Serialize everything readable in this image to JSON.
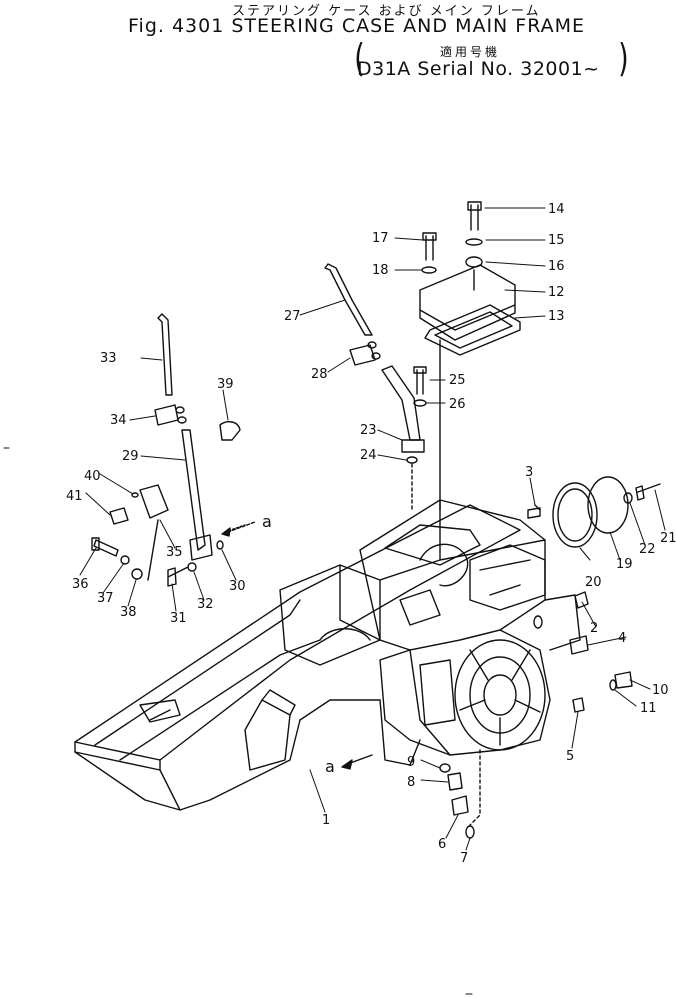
{
  "header": {
    "title_jp": "ステアリング ケース および メイン フレーム",
    "title_en": "Fig. 4301 STEERING CASE AND MAIN FRAME",
    "applicable_jp": "適用号機",
    "serial": "D31A   Serial No. 32001~",
    "paren_open": "(",
    "paren_close": ")"
  },
  "callouts": [
    {
      "label": "1",
      "part": "main frame"
    },
    {
      "label": "2"
    },
    {
      "label": "3"
    },
    {
      "label": "4"
    },
    {
      "label": "5"
    },
    {
      "label": "6"
    },
    {
      "label": "7"
    },
    {
      "label": "8"
    },
    {
      "label": "9"
    },
    {
      "label": "10"
    },
    {
      "label": "11"
    },
    {
      "label": "12"
    },
    {
      "label": "13"
    },
    {
      "label": "14"
    },
    {
      "label": "15"
    },
    {
      "label": "16"
    },
    {
      "label": "17"
    },
    {
      "label": "18"
    },
    {
      "label": "19"
    },
    {
      "label": "20"
    },
    {
      "label": "21"
    },
    {
      "label": "22"
    },
    {
      "label": "23"
    },
    {
      "label": "24"
    },
    {
      "label": "25"
    },
    {
      "label": "26"
    },
    {
      "label": "27"
    },
    {
      "label": "28"
    },
    {
      "label": "29"
    },
    {
      "label": "30"
    },
    {
      "label": "31"
    },
    {
      "label": "32"
    },
    {
      "label": "33"
    },
    {
      "label": "34"
    },
    {
      "label": "35"
    },
    {
      "label": "36"
    },
    {
      "label": "37"
    },
    {
      "label": "38"
    },
    {
      "label": "39"
    },
    {
      "label": "40"
    },
    {
      "label": "41"
    }
  ],
  "view_markers": {
    "a1": "a",
    "a2": "a"
  },
  "colors": {
    "ink": "#111111",
    "paper": "#ffffff"
  }
}
